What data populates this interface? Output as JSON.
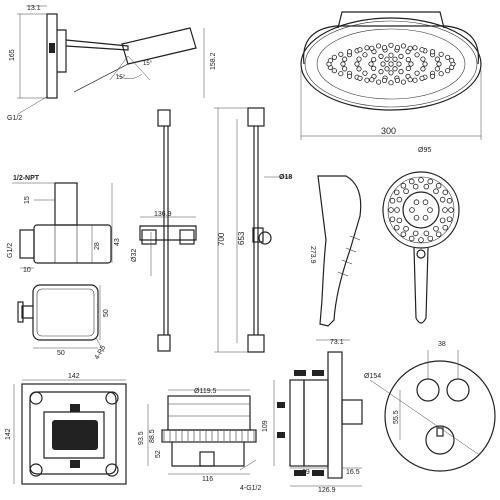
{
  "dimensions": {
    "showerhead_arm": {
      "top_offset": "13.1",
      "height": "165",
      "reach": "158.2",
      "angle_a": "15°",
      "angle_b": "15°",
      "thread": "G1/2"
    },
    "showerhead": {
      "diameter": "300"
    },
    "rail": {
      "width": "136.9",
      "rod_diameter": "Ø32",
      "overall_length": "700",
      "hole_spacing": "653",
      "bracket_diameter": "Ø18"
    },
    "elbow": {
      "thread": "1/2-NPT",
      "width": "15",
      "height": "28",
      "depth": "43",
      "inlet": "G1/2",
      "offset": "10"
    },
    "wall_plate": {
      "size": "50",
      "width": "50",
      "radius": "4-R5"
    },
    "hand_shower": {
      "length": "273.9",
      "tip": "73.1",
      "face_diameter": "Ø95"
    },
    "valve_box": {
      "width": "142",
      "height": "142"
    },
    "valve_body": {
      "diameter": "Ø119.5",
      "depth_a": "93.5",
      "depth_b": "88.5",
      "depth_c": "52",
      "width": "116",
      "thread": "4-G1/2"
    },
    "valve_side": {
      "height": "109",
      "depth": "69",
      "offset": "16.5",
      "total": "126.9"
    },
    "trim_plate": {
      "diameter": "Ø154",
      "spacing_x": "38",
      "spacing_y": "55.5"
    }
  }
}
